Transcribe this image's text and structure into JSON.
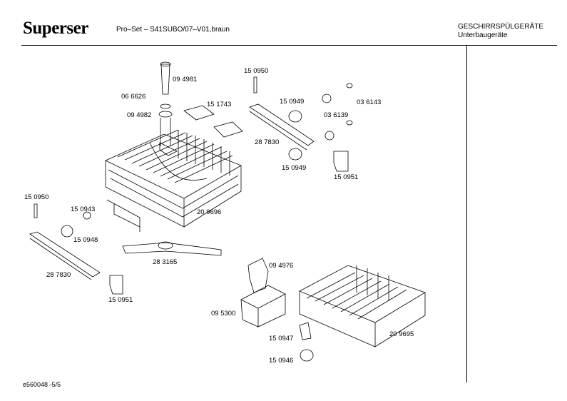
{
  "header": {
    "brand": "Superser",
    "model": "Pro–Set – S41SUBO/07–V01,braun",
    "category_line1": "GESCHIRRSPÜLGERÄTE",
    "category_line2": "Unterbaugeräte"
  },
  "footer": {
    "code": "e560048   -5/5"
  },
  "part_labels": [
    "09 4981",
    "06 6626",
    "09 4982",
    "15 1743",
    "15 0950",
    "15 0949",
    "28 7830",
    "15 0949",
    "03 6139",
    "03 6143",
    "15 0951",
    "15 0950",
    "15 0943",
    "15 0948",
    "20 9696",
    "28 3165",
    "28 7830",
    "15 0951",
    "09 4976",
    "09 5300",
    "15 0947",
    "15 0946",
    "20 9695"
  ]
}
